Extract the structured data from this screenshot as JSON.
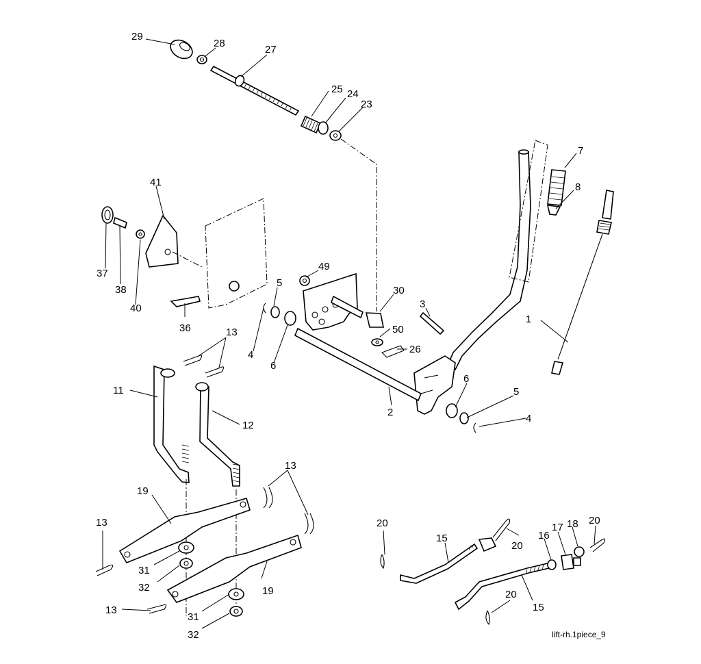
{
  "diagram": {
    "caption": "lift-rh.1piece_9",
    "part_labels": [
      "29",
      "28",
      "27",
      "25",
      "24",
      "23",
      "7",
      "8",
      "41",
      "37",
      "38",
      "40",
      "49",
      "5",
      "30",
      "3",
      "1",
      "36",
      "4",
      "6",
      "50",
      "26",
      "13",
      "11",
      "12",
      "2",
      "6",
      "5",
      "4",
      "13",
      "19",
      "13",
      "31",
      "32",
      "19",
      "20",
      "15",
      "20",
      "16",
      "17",
      "18",
      "20",
      "13",
      "31",
      "32",
      "20",
      "15"
    ]
  }
}
